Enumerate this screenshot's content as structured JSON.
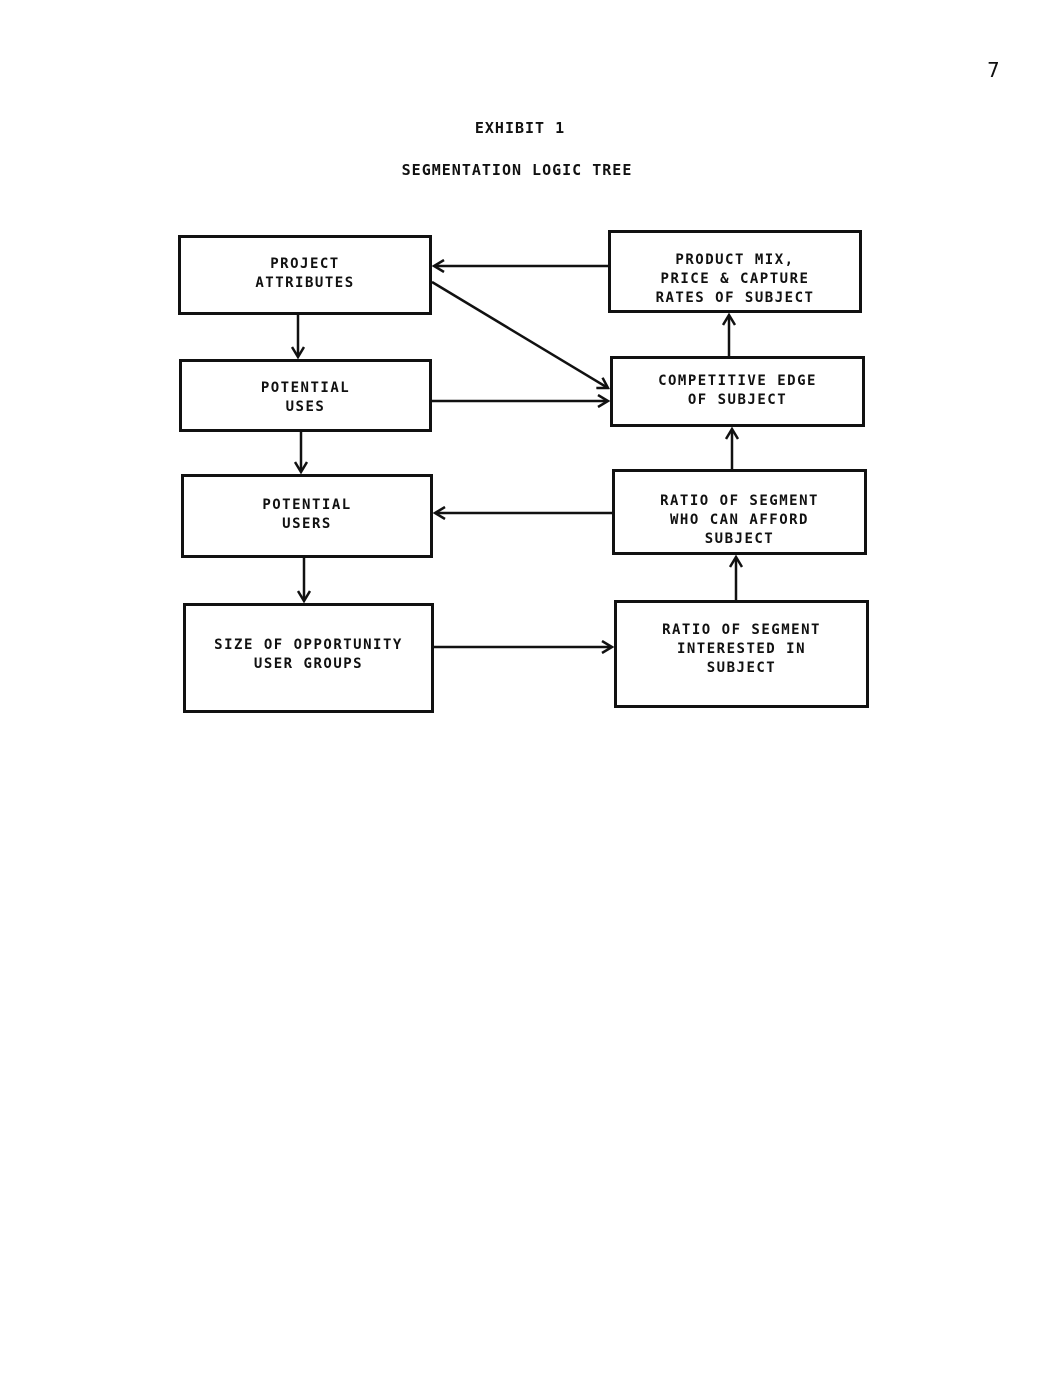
{
  "page_number": "7",
  "exhibit_label": "EXHIBIT 1",
  "title": "SEGMENTATION LOGIC TREE",
  "nodes": {
    "project_attributes": "PROJECT\nATTRIBUTES",
    "potential_uses": "POTENTIAL\nUSES",
    "potential_users": "POTENTIAL\nUSERS",
    "size_of_opportunity": "SIZE OF OPPORTUNITY\nUSER GROUPS",
    "product_mix": "PRODUCT MIX,\nPRICE & CAPTURE\nRATES OF SUBJECT",
    "competitive_edge": "COMPETITIVE EDGE\nOF SUBJECT",
    "ratio_afford": "RATIO OF SEGMENT\nWHO CAN AFFORD\nSUBJECT",
    "ratio_interested": "RATIO OF SEGMENT\nINTERESTED IN\nSUBJECT"
  },
  "edges": [
    {
      "from": "project_attributes",
      "to": "potential_uses"
    },
    {
      "from": "potential_uses",
      "to": "potential_users"
    },
    {
      "from": "potential_users",
      "to": "size_of_opportunity"
    },
    {
      "from": "size_of_opportunity",
      "to": "ratio_interested"
    },
    {
      "from": "ratio_interested",
      "to": "ratio_afford"
    },
    {
      "from": "ratio_afford",
      "to": "potential_users"
    },
    {
      "from": "ratio_afford",
      "to": "competitive_edge"
    },
    {
      "from": "potential_uses",
      "to": "competitive_edge"
    },
    {
      "from": "project_attributes",
      "to": "competitive_edge"
    },
    {
      "from": "competitive_edge",
      "to": "product_mix"
    },
    {
      "from": "product_mix",
      "to": "project_attributes"
    }
  ]
}
